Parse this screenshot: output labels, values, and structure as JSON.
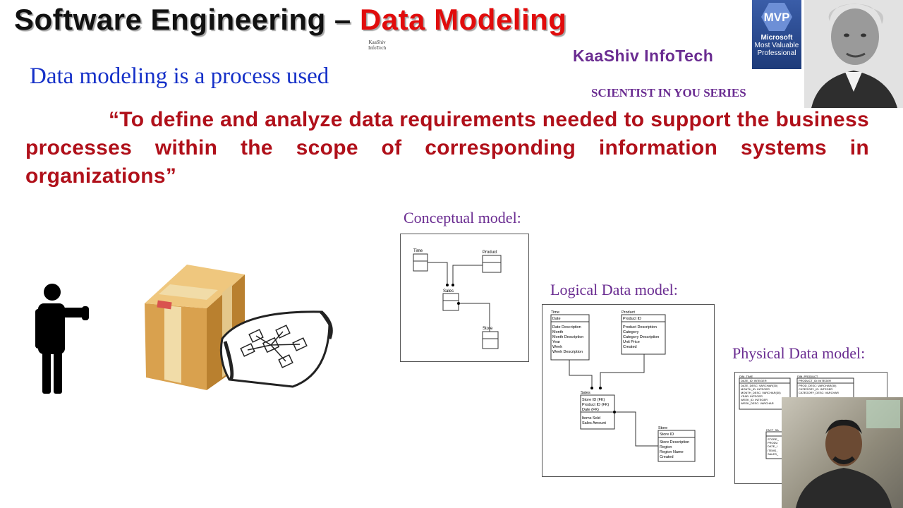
{
  "title": {
    "part1": "Software Engineering – ",
    "part2": "Data Modeling"
  },
  "small_logo": {
    "line1": "KaaShiv",
    "line2": "InfoTech"
  },
  "brand": "KaaShiv InfoTech",
  "mvp": {
    "badge": "MVP",
    "line1": "Microsoft",
    "line2": "Most Valuable",
    "line3": "Professional"
  },
  "series": "SCIENTIST IN YOU SERIES",
  "intro": "Data modeling is a process used",
  "quote": "“To define and analyze data requirements needed to support the business processes within the scope of corresponding information systems in organizations”",
  "models": {
    "conceptual": "Conceptual model:",
    "logical": "Logical Data model:",
    "physical": "Physical Data model:"
  },
  "conceptual_diagram": {
    "time": "Time",
    "product": "Product",
    "sales": "Sales",
    "store": "Store"
  },
  "logical_diagram": {
    "time": {
      "title": "Time",
      "key": "Date",
      "fields": [
        "Date Description",
        "Month",
        "Month Description",
        "Year",
        "Week",
        "Week Description"
      ]
    },
    "product": {
      "title": "Product",
      "key": "Product ID",
      "fields": [
        "Product Description",
        "Category",
        "Category Description",
        "Unit Price",
        "Created"
      ]
    },
    "sales": {
      "title": "Sales",
      "keys": [
        "Store ID (FK)",
        "Product ID (FK)",
        "Date (FK)"
      ],
      "fields": [
        "Items Sold",
        "Sales Amount"
      ]
    },
    "store": {
      "title": "Store",
      "key": "Store ID",
      "fields": [
        "Store Description",
        "Region",
        "Region Name",
        "Created"
      ]
    }
  },
  "physical_diagram": {
    "dim_time": {
      "title": "DIM_TIME",
      "key": "DATE_ID: INTEGER",
      "fields": [
        "DATE_DESC: VARCHAR(30)",
        "MONTH_ID: INTEGER",
        "MONTH_DESC: VARCHAR(30)",
        "YEAR: INTEGER",
        "WEEK_ID: INTEGER",
        "WEEK_DESC: VARCHAR"
      ]
    },
    "dim_product": {
      "title": "DIM_PRODUCT",
      "key": "PRODUCT_ID: INTEGER",
      "fields": [
        "PROD_DESC: VARCHAR(30)",
        "CATEGORY_ID: INTEGER",
        "CATEGORY_DESC: VARCHAR"
      ]
    },
    "fact_sales": {
      "title": "FACT_SA",
      "fields": [
        "STORE_",
        "PRODU",
        "DATE_I",
        "ITEMS_",
        "SALES_"
      ]
    }
  }
}
